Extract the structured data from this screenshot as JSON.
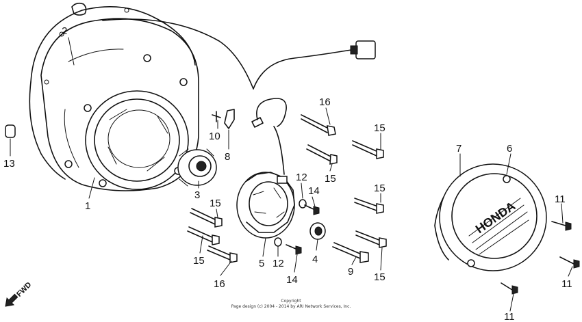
{
  "callouts": {
    "c1": "1",
    "c2": "2",
    "c3": "3",
    "c4": "4",
    "c5": "5",
    "c6": "6",
    "c7": "7",
    "c8": "8",
    "c9": "9",
    "c10": "10",
    "c11a": "11",
    "c11b": "11",
    "c11c": "11",
    "c12a": "12",
    "c12b": "12",
    "c13": "13",
    "c14a": "14",
    "c14b": "14",
    "c15a": "15",
    "c15b": "15",
    "c15c": "15",
    "c15d": "15",
    "c15e": "15",
    "c15f": "15",
    "c16a": "16",
    "c16b": "16"
  },
  "brand_text": "HONDA",
  "fwd_text": "FWD",
  "footer": {
    "title": "Copyright",
    "line": "Page design (c) 2004 - 2014 by ARI Network Services, Inc."
  }
}
